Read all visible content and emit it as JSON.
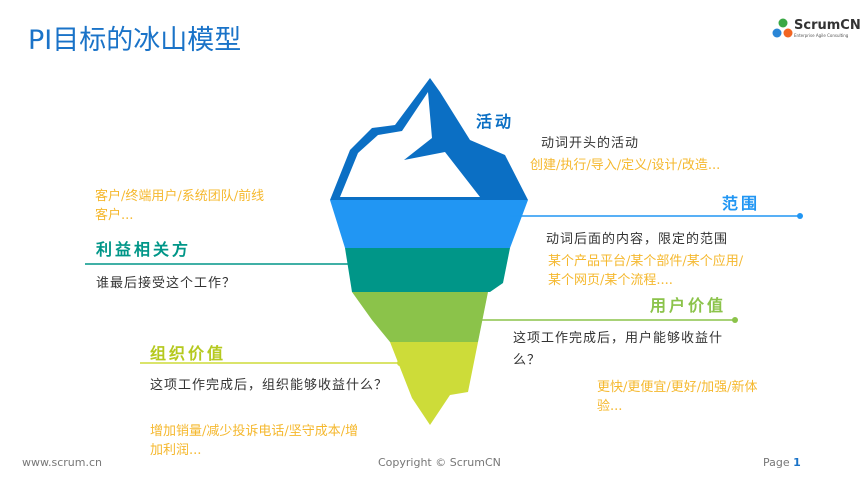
{
  "title": "PI目标的冰山模型",
  "logo": {
    "name": "ScrumCN",
    "tagline": "Enterprise Agile Consulting"
  },
  "sections": {
    "activity": {
      "heading": "活动",
      "desc": "动词开头的活动",
      "examples": "创建/执行/导入/定义/设计/改造..."
    },
    "scope": {
      "heading": "范围",
      "desc": "动词后面的内容，限定的范围",
      "examples": "某个产品平台/某个部件/某个应用/某个网页/某个流程...."
    },
    "stakeholders": {
      "heading": "利益相关方",
      "desc": "谁最后接受这个工作？",
      "examples": "客户/终端用户/系统团队/前线客户..."
    },
    "user_value": {
      "heading": "用户价值",
      "desc": "这项工作完成后，用户能够收益什么？",
      "examples": "更快/更便宜/更好/加强/新体验..."
    },
    "org_value": {
      "heading": "组织价值",
      "desc": "这项工作完成后，组织能够收益什么？",
      "examples": "增加销量/减少投诉电话/坚守成本/增加利润..."
    }
  },
  "footer": {
    "website": "www.scrum.cn",
    "copyright": "Copyright © ScrumCN",
    "page_label": "Page",
    "page_number": "1"
  },
  "colors": {
    "dark_blue": "#0b6fc4",
    "blue": "#2196f3",
    "teal": "#009688",
    "green": "#8bc34a",
    "lime": "#cddc39",
    "orange": "#f5b82e"
  }
}
